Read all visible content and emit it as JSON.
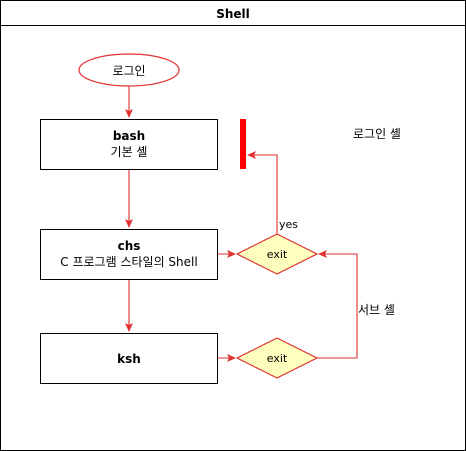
{
  "pool": {
    "title": "Shell"
  },
  "nodes": {
    "login": {
      "label": "로그인"
    },
    "bash": {
      "line1": "bash",
      "line2": "기본 셸"
    },
    "chs": {
      "line1": "chs",
      "line2": "C 프로그램 스타일의 Shell"
    },
    "ksh": {
      "label": "ksh"
    },
    "exit1": {
      "label": "exit"
    },
    "exit2": {
      "label": "exit"
    }
  },
  "edge_labels": {
    "yes": "yes",
    "login_shell": "로그인 셸",
    "sub_shell": "서브 셸"
  },
  "colors": {
    "line": "#e03030",
    "start_stroke": "#e03030",
    "decision_fill": "#ffffc0",
    "bar": "#ff0000",
    "box_stroke": "#000000"
  }
}
